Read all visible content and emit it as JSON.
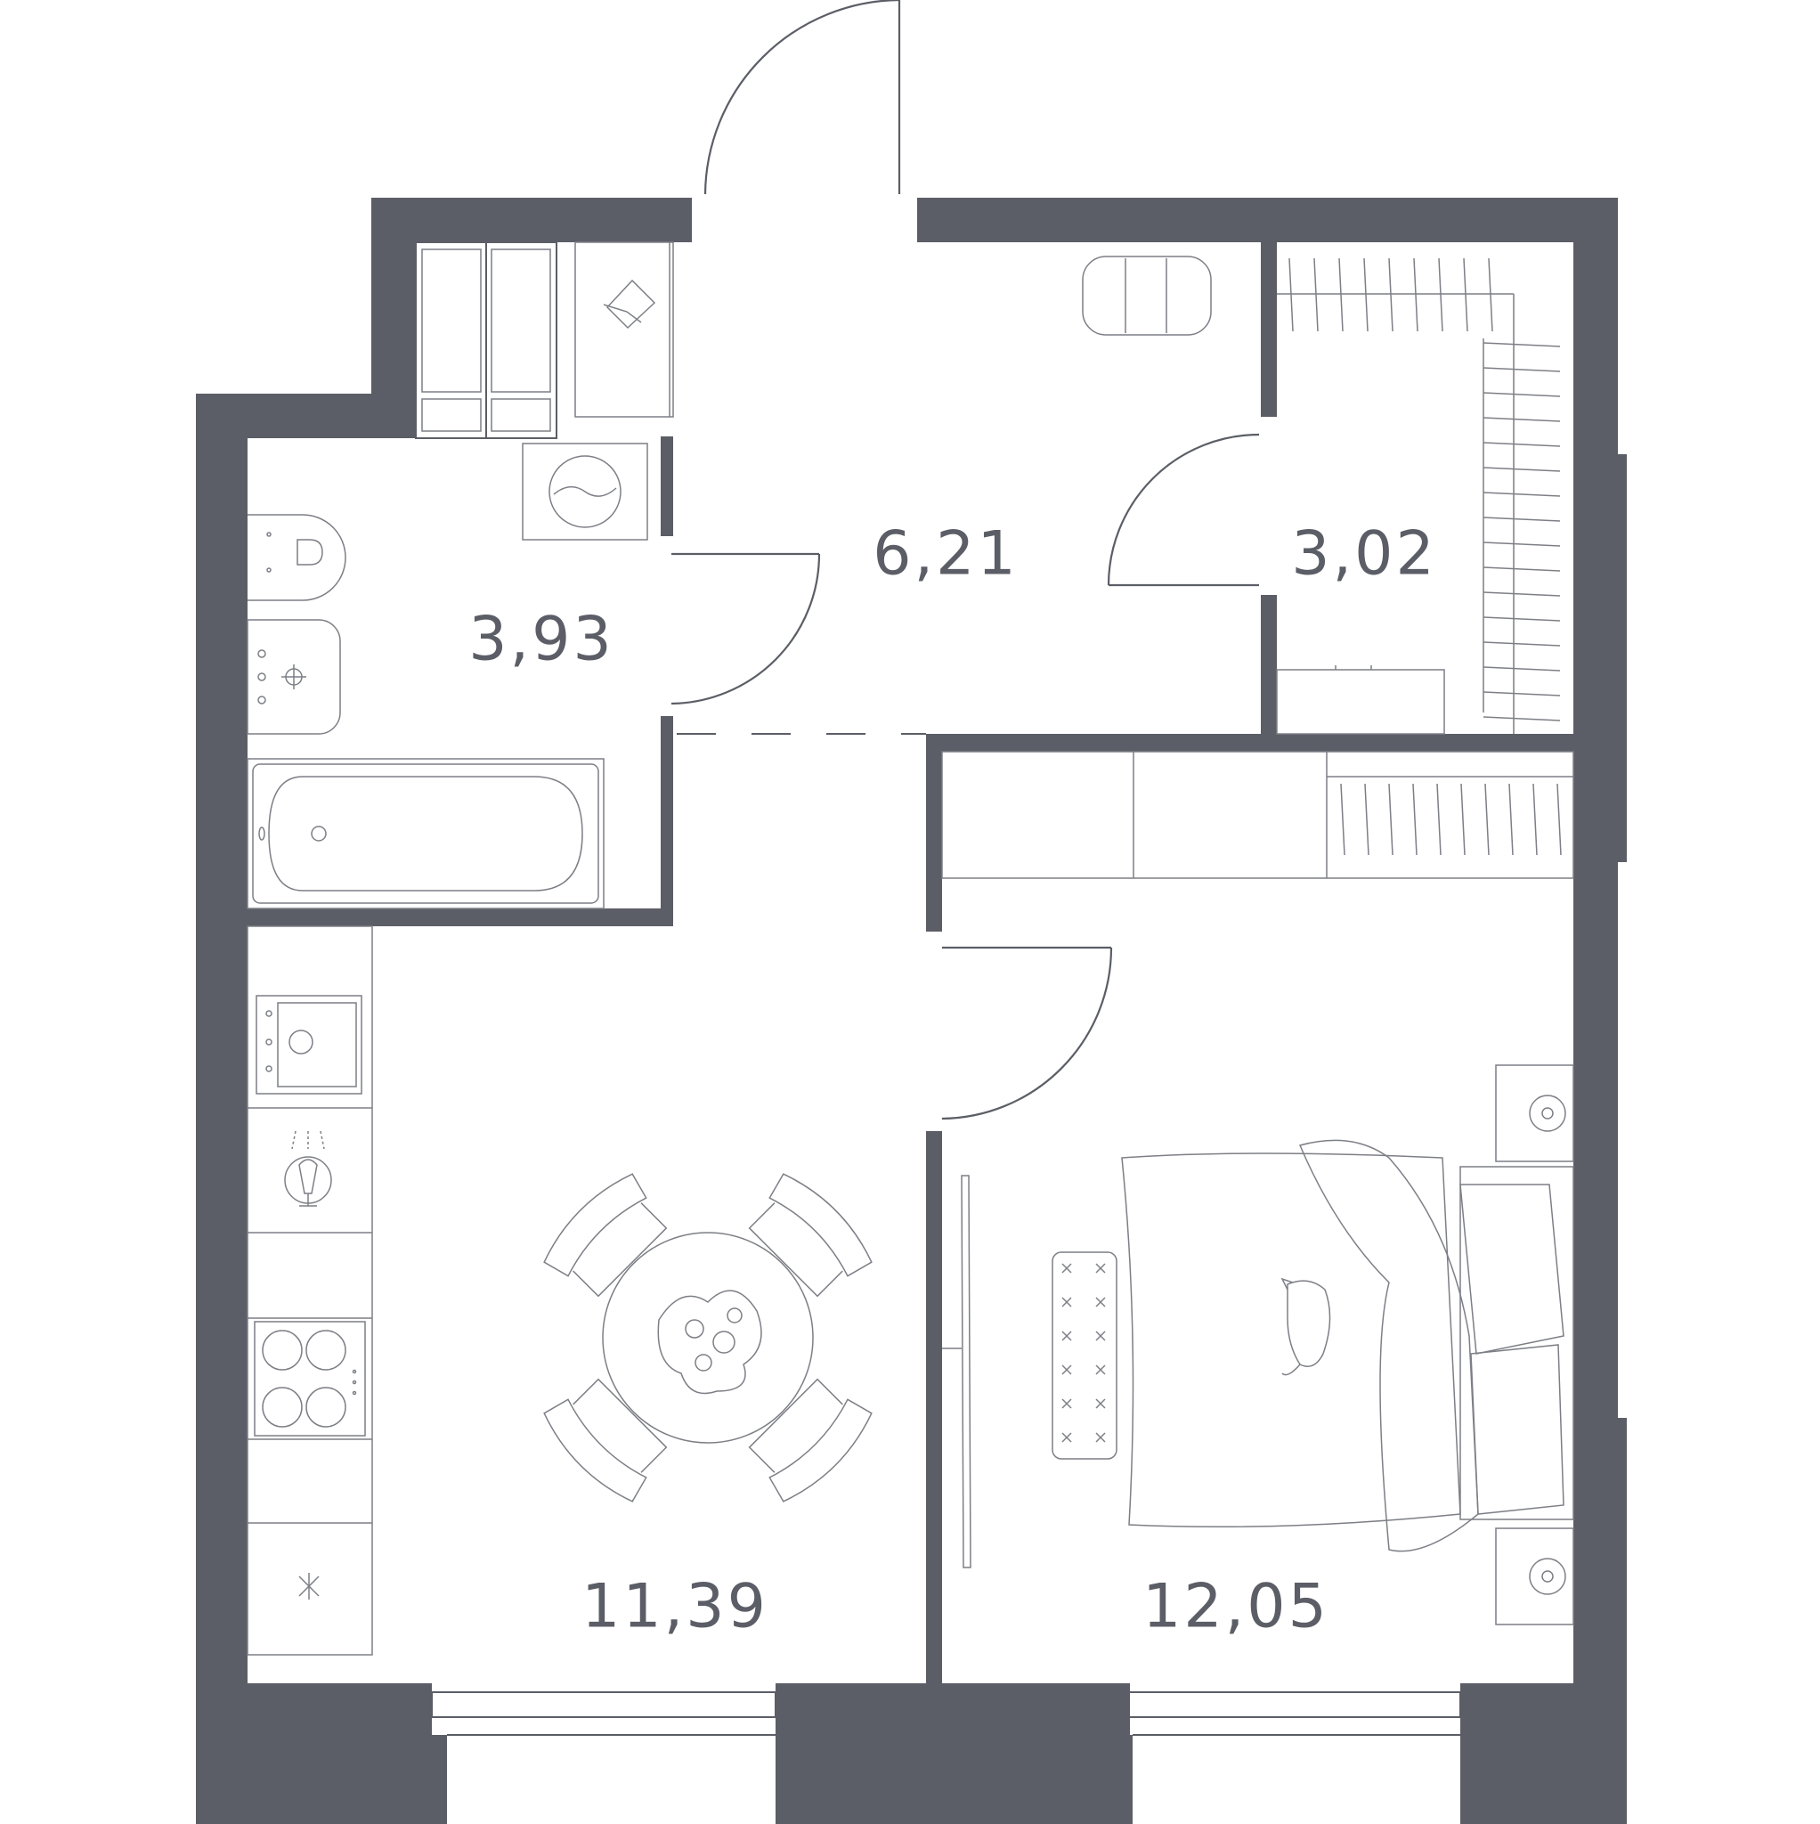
{
  "plan": {
    "colors": {
      "wall": "#5b5e66",
      "line": "#7d7f86",
      "background": "#ffffff"
    },
    "rooms": [
      {
        "id": "bathroom",
        "area": "3,93"
      },
      {
        "id": "hallway",
        "area": "6,21"
      },
      {
        "id": "wardrobe",
        "area": "3,02"
      },
      {
        "id": "kitchen-living",
        "area": "11,39"
      },
      {
        "id": "bedroom",
        "area": "12,05"
      }
    ],
    "icons": [
      "washing-machine-icon",
      "toilet-icon",
      "sink-icon",
      "bathtub-icon",
      "sink-tap-icon",
      "stove-icon",
      "fridge-icon",
      "dining-table-icon",
      "bed-icon",
      "cat-icon",
      "nightstand-lamp-icon",
      "tv-icon",
      "armchair-icon"
    ]
  }
}
